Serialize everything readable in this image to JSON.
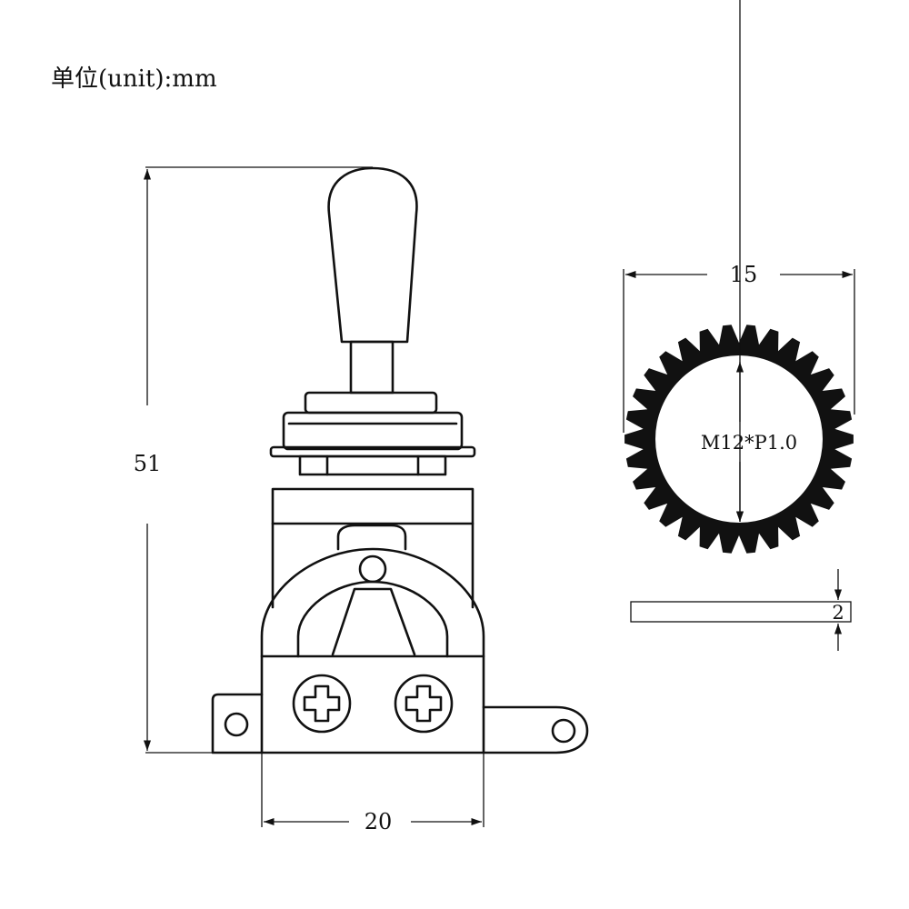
{
  "unit_label": "单位(unit):mm",
  "dimensions": {
    "height": "51",
    "base_width": "20",
    "nut_diameter": "15",
    "thread": "M12*P1.0",
    "washer_thickness": "2"
  },
  "washer_teeth": 30,
  "colors": {
    "line": "#111111",
    "fill": "#111111",
    "background": "#ffffff"
  }
}
